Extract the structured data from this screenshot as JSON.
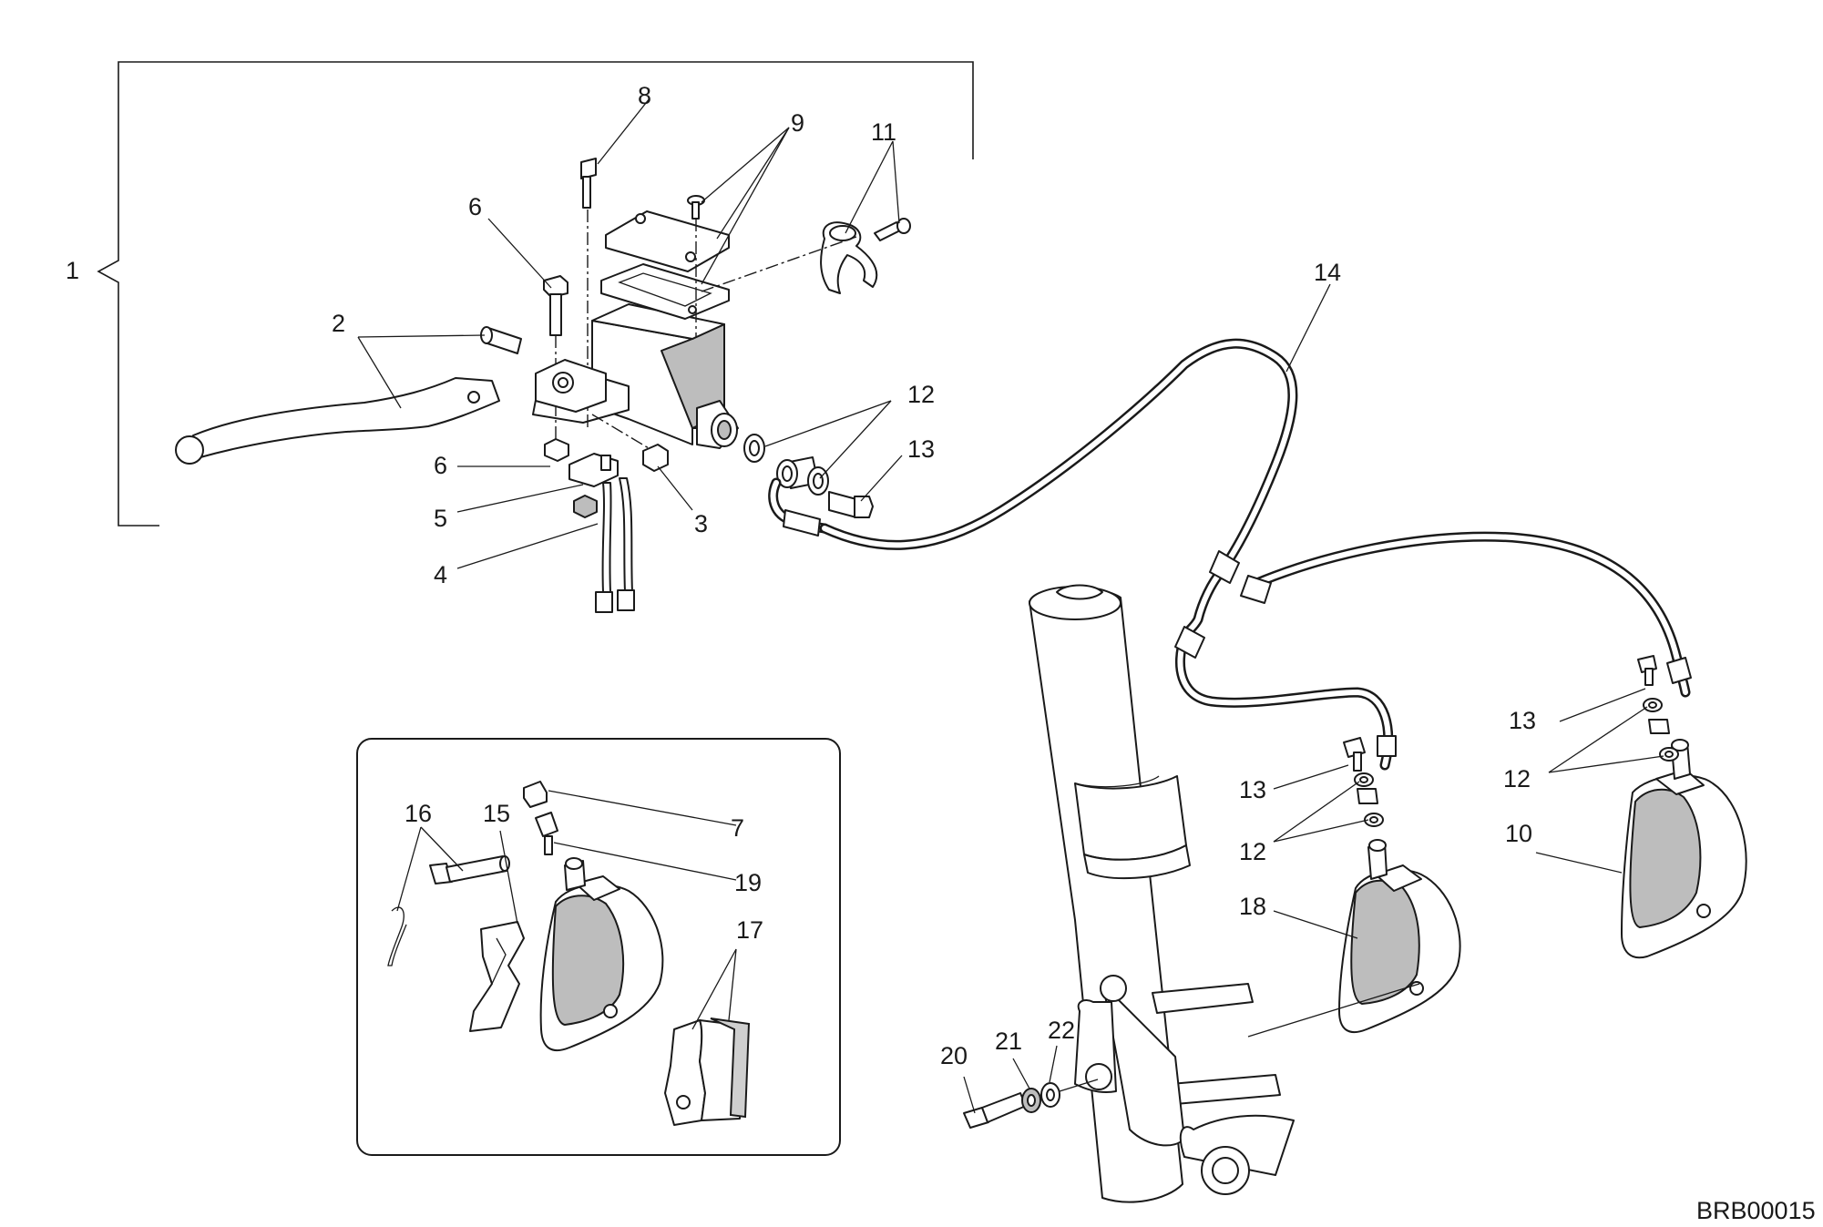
{
  "drawing_code": "BRB00015",
  "callouts": {
    "c1": "1",
    "c2": "2",
    "c3": "3",
    "c4": "4",
    "c5": "5",
    "c6a": "6",
    "c6b": "6",
    "c7": "7",
    "c8": "8",
    "c9": "9",
    "c10": "10",
    "c11": "11",
    "c12a": "12",
    "c12b": "12",
    "c12c": "12",
    "c13a": "13",
    "c13b": "13",
    "c13c": "13",
    "c14": "14",
    "c15": "15",
    "c16": "16",
    "c17": "17",
    "c18": "18",
    "c19": "19",
    "c20": "20",
    "c21": "21",
    "c22": "22"
  }
}
